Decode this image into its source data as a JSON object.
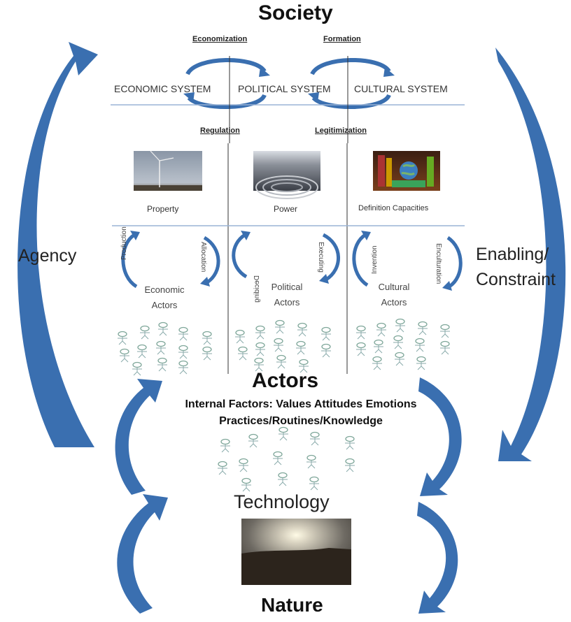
{
  "title": "Society",
  "processes": {
    "economization": "Economization",
    "formation": "Formation",
    "regulation": "Regulation",
    "legitimization": "Legitimization"
  },
  "systems": {
    "economic": "ECONOMIC SYSTEM",
    "political": "POLITICAL SYSTEM",
    "cultural": "CULTURAL SYSTEM"
  },
  "resources": {
    "property": "Property",
    "power": "Power",
    "definition": "Definition Capacities"
  },
  "cycles": {
    "production": "Production",
    "allocation": "Allocation",
    "deciding": "Deciding",
    "executing": "Executing",
    "invention": "Invention",
    "enculturation": "Enculturation"
  },
  "actor_groups": {
    "economic_line1": "Economic",
    "economic_line2": "Actors",
    "political_line1": "Political",
    "political_line2": "Actors",
    "cultural_line1": "Cultural",
    "cultural_line2": "Actors"
  },
  "side_labels": {
    "left": "Agency",
    "right_line1": "Enabling/",
    "right_line2": "Constraint"
  },
  "actors_section": {
    "title": "Actors",
    "line1": "Internal Factors: Values Attitudes Emotions",
    "line2": "Practices/Routines/Knowledge"
  },
  "technology": "Technology",
  "nature": "Nature",
  "colors": {
    "arrow": "#3a6fb0",
    "divider": "#9ab4d6",
    "figure": "#7fa79a"
  }
}
